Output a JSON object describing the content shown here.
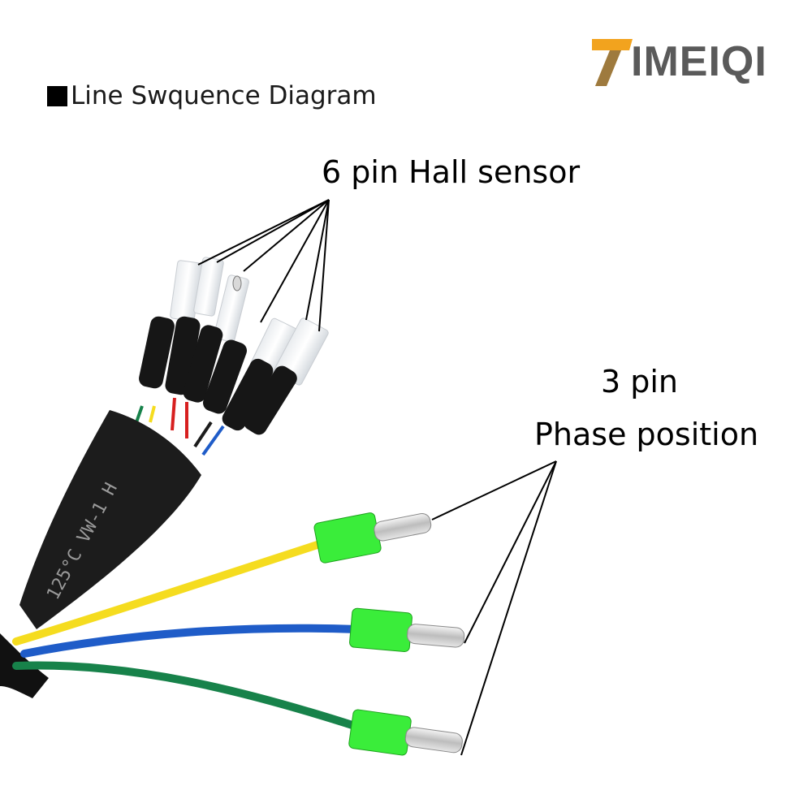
{
  "header": {
    "title": "Line Swquence Diagram"
  },
  "logo": {
    "mark": "7",
    "text": "IMEIQI",
    "mark_color": "#f2a31e",
    "text_color": "#5a5a5a"
  },
  "annotations": {
    "hall": {
      "text": "6 pin Hall sensor"
    },
    "phase": {
      "line1": "3 pin",
      "line2": "Phase position"
    }
  },
  "sleeve": {
    "print": "125°C  VW-1  H"
  },
  "colors": {
    "yellow": "#f5dc1f",
    "blue": "#1f5cc8",
    "green": "#17824a",
    "red": "#d72020",
    "connector": "#3aed3a",
    "sleeve": "#1c1c1c"
  }
}
